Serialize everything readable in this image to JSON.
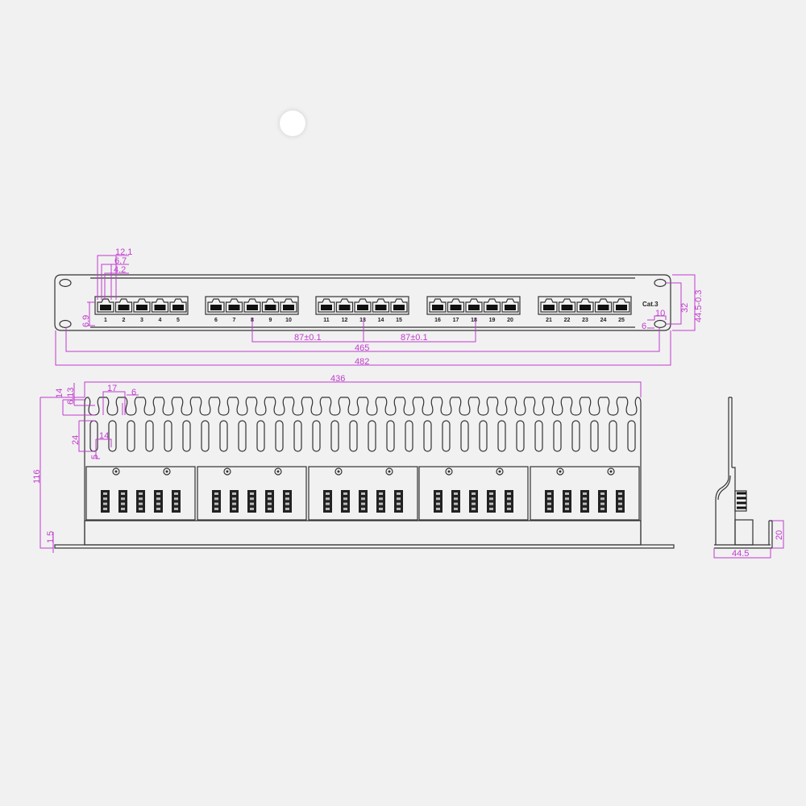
{
  "drawing": {
    "cat_label": "Cat.3",
    "port_numbers": [
      "1",
      "2",
      "3",
      "4",
      "5",
      "6",
      "7",
      "8",
      "9",
      "10",
      "11",
      "12",
      "13",
      "14",
      "15",
      "16",
      "17",
      "18",
      "19",
      "20",
      "21",
      "22",
      "23",
      "24",
      "25"
    ],
    "port_groups": 5,
    "ports_per_group": 5,
    "rear_slots": 30,
    "colors": {
      "line": "#333333",
      "dimension": "#c13ccf"
    },
    "dimensions": {
      "port_pitch": "12.1",
      "port_width": "6.7",
      "port_inner": "4.2",
      "port_height": "6.9",
      "pitch_a": "87±0.1",
      "pitch_b": "87±0.1",
      "hole_span": "465",
      "overall_width": "482",
      "hole_vertical": "32",
      "panel_height": "44.5-0.3",
      "hole_width": "10",
      "hole_height": "6",
      "rear_width": "436",
      "comb_depth": "14",
      "comb_top": "6.13",
      "comb_pitch": "17",
      "comb_gap": "6",
      "slot_height": "24",
      "slot_pitch": "14",
      "slot_bottom": "5",
      "rear_height": "116",
      "base_thickness": "1.5",
      "side_depth": "44.5",
      "side_lip": "20"
    }
  }
}
